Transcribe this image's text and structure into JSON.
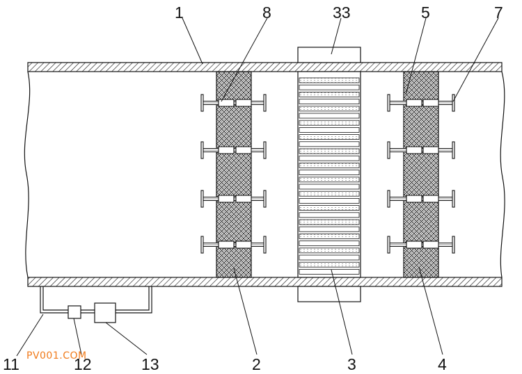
{
  "diagram": {
    "labels": {
      "l1": "1",
      "l8": "8",
      "l33": "33",
      "l5": "5",
      "l7": "7",
      "l11": "11",
      "l12": "12",
      "l13": "13",
      "l2": "2",
      "l3": "3",
      "l4": "4"
    },
    "watermark": "PV001.COM"
  },
  "colors": {
    "line": "#111111",
    "hatch": "#222222",
    "watermark": "#f07a1a"
  }
}
